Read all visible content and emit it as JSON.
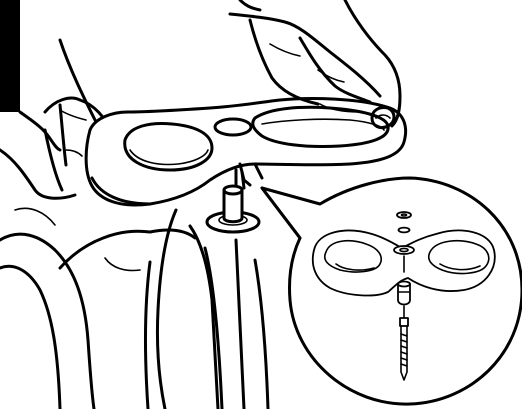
{
  "figure": {
    "colors": {
      "ink": "#000000",
      "paper": "#ffffff",
      "tab": "#000000"
    },
    "parts": [
      "edge-tab",
      "left-hand",
      "right-hand",
      "tray",
      "post-and-washer",
      "seat-frame",
      "detail-callout",
      "detail-tray",
      "detail-screw"
    ]
  }
}
